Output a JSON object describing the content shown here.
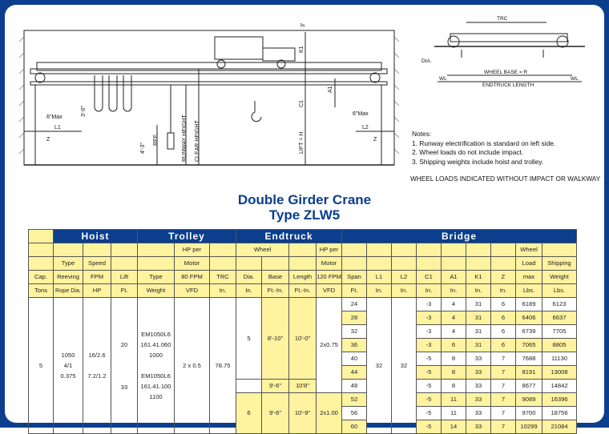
{
  "drawing": {
    "labels": {
      "three_ft_top": "3'",
      "k1": "K1",
      "a1": "A1",
      "c1": "C1",
      "lift": "LIFT = H",
      "six_max_left": "6\"Max",
      "six_max_right": "6\"Max",
      "l1": "L1",
      "l2": "L2",
      "z_left": "Z",
      "z_right": "Z",
      "three_zero": "3'-0\"",
      "four_three": "4'-3\"",
      "ref": "REF.",
      "runway_height": "RUNWAY HEIGHT",
      "clear_height": "CLEAR HEIGHT",
      "trc": "TRC",
      "dia": "DIA.",
      "wl_left": "WL",
      "wl_right": "WL",
      "wheel_base": "WHEEL BASE = R",
      "endtruck_length": "ENDTRUCK LENGTH"
    }
  },
  "notes": {
    "title": "Notes:",
    "items": [
      "1. Runway electrification is standard on left side.",
      "2. Wheel loads do not include impact.",
      "3. Shipping weights include hoist and trolley."
    ],
    "wheel_loads": "WHEEL LOADS INDICATED WITHOUT IMPACT OR WALKWAY"
  },
  "title": {
    "line1": "Double Girder Crane",
    "line2": "Type ZLW5"
  },
  "table": {
    "groups": {
      "hoist": "Hoist",
      "trolley": "Trolley",
      "endtruck": "Endtruck",
      "bridge": "Bridge"
    },
    "h1": {
      "trolley_hp": "HP per",
      "wheel": "Wheel",
      "endtruck_hp": "HP per",
      "wheel_load": "Wheel"
    },
    "h2": {
      "type": "Type",
      "speed": "Speed",
      "trolley_motor": "Motor",
      "endtruck_motor": "Motor",
      "load": "Load",
      "shipping": "Shipping"
    },
    "h3": {
      "cap": "Cap.",
      "reeving": "Reeving",
      "fpm": "FPM",
      "lift": "Lift",
      "type": "Type",
      "fpm80": "80 FPM",
      "trc": "TRC",
      "dia": "Dia.",
      "base": "Base",
      "length": "Length",
      "fpm120": "120 FPM",
      "span": "Span",
      "l1": "L1",
      "l2": "L2",
      "c1": "C1",
      "a1": "A1",
      "k1": "K1",
      "z": "Z",
      "max": "max",
      "weight": "Weight"
    },
    "h4": {
      "tons": "Tons",
      "rope": "Rope Dia.",
      "hp": "HP",
      "ft": "Ft.",
      "weight": "Weight",
      "vfd": "VFD",
      "in": "In.",
      "ftin": "Ft.-In.",
      "vfd2": "VFD",
      "span_ft": "Ft.",
      "lbs": "Lbs."
    },
    "body": {
      "cap": "5",
      "reeving": [
        "1050",
        "4/1",
        "0.375"
      ],
      "speed": [
        "16/2.6",
        "7.2/1.2"
      ],
      "lift": [
        "20",
        "33"
      ],
      "trolley_type": [
        "EM1050L6",
        "161.41.060",
        "1000",
        "EM1050L6",
        "161.41.100",
        "1100"
      ],
      "trolley_hp": "2 x 0.5",
      "trc": "78.75",
      "dia_a": "5",
      "dia_b": "6",
      "base_a": "8'-10\"",
      "base_b": "9'-6\"",
      "base_c": "9'-6\"",
      "length_a": "10'-0\"",
      "length_b": "10'8\"",
      "length_c": "10'-9\"",
      "end_hp_a": "2x0.75",
      "end_hp_b": "2x1.00",
      "l1": "32",
      "l2": "32"
    },
    "rows": [
      {
        "span": "24",
        "c1": "-3",
        "a1": "4",
        "k1": "31",
        "z": "6",
        "load": "6189",
        "ship": "6123"
      },
      {
        "span": "28",
        "c1": "-3",
        "a1": "4",
        "k1": "31",
        "z": "6",
        "load": "6406",
        "ship": "6637"
      },
      {
        "span": "32",
        "c1": "-3",
        "a1": "4",
        "k1": "31",
        "z": "6",
        "load": "6739",
        "ship": "7705"
      },
      {
        "span": "36",
        "c1": "-3",
        "a1": "6",
        "k1": "31",
        "z": "6",
        "load": "7065",
        "ship": "8805"
      },
      {
        "span": "40",
        "c1": "-5",
        "a1": "8",
        "k1": "33",
        "z": "7",
        "load": "7688",
        "ship": "11130"
      },
      {
        "span": "44",
        "c1": "-5",
        "a1": "8",
        "k1": "33",
        "z": "7",
        "load": "8191",
        "ship": "13008"
      },
      {
        "span": "48",
        "c1": "-5",
        "a1": "8",
        "k1": "33",
        "z": "7",
        "load": "8677",
        "ship": "14842"
      },
      {
        "span": "52",
        "c1": "-5",
        "a1": "11",
        "k1": "33",
        "z": "7",
        "load": "9089",
        "ship": "16396"
      },
      {
        "span": "56",
        "c1": "-5",
        "a1": "11",
        "k1": "33",
        "z": "7",
        "load": "9700",
        "ship": "18756"
      },
      {
        "span": "60",
        "c1": "-5",
        "a1": "14",
        "k1": "33",
        "z": "7",
        "load": "10299",
        "ship": "21084"
      }
    ]
  }
}
